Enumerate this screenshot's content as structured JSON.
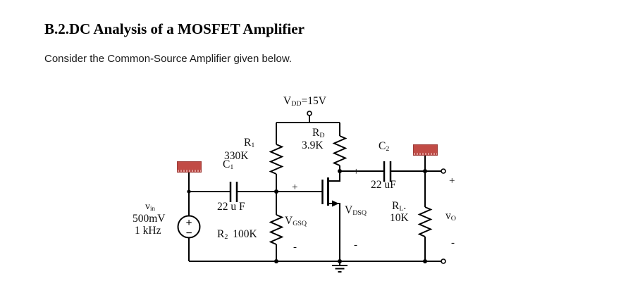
{
  "page": {
    "title": "B.2.DC Analysis of a MOSFET Amplifier",
    "subtitle": "Consider the Common-Source Amplifier given below."
  },
  "circuit": {
    "supply": {
      "base": "V",
      "sub": "DD",
      "rest": "=15V"
    },
    "r1": {
      "base": "R",
      "sub": "1",
      "value": "330K"
    },
    "rd": {
      "base": "R",
      "sub": "D",
      "value": "3.9K"
    },
    "c1": {
      "base": "C",
      "sub": "1",
      "value": "22 u F"
    },
    "c2": {
      "base": "C",
      "sub": "2",
      "value": "22 uF"
    },
    "r2": {
      "base": "R",
      "sub": "2",
      "value": "100K"
    },
    "rl": {
      "base": "R",
      "sub": "L",
      "rest": ".",
      "value": "10K"
    },
    "vin": {
      "base": "v",
      "sub": "in",
      "amplitude": "500mV",
      "frequency": "1 kHz"
    },
    "vgsq": {
      "base": "V",
      "sub": "GSQ"
    },
    "vdsq": {
      "base": "V",
      "sub": "DSQ"
    },
    "vout": {
      "base": "v",
      "sub": "O"
    },
    "signs": {
      "plus": "+",
      "minus": "-",
      "source_plus": "+",
      "source_minus": "−"
    }
  },
  "colors": {
    "wire": "#000000",
    "probe_fill": "#c14b45",
    "probe_border": "#9e3c38",
    "probe_teeth": "#e0928e"
  }
}
